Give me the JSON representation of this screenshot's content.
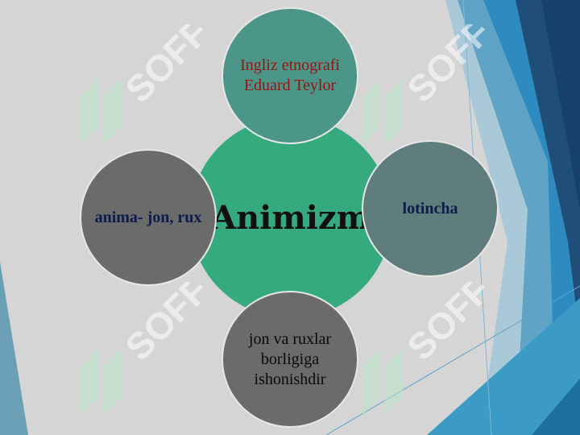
{
  "center": {
    "label": "Animizm"
  },
  "nodes": {
    "top": "Ingliz etnografi Eduard Teylor",
    "right": "lotincha",
    "bottom": "jon va ruxlar borligiga ishonishdir",
    "left": "anima- jon, rux"
  },
  "watermark": {
    "text": "SOFF",
    "color": "#ffffff"
  },
  "colors": {
    "background": "#d5d5d5",
    "center_fill": "#35aa7f",
    "top_fill": "#4b9688",
    "right_fill": "#5e7d7c",
    "side_fill": "#6b6b6b",
    "accent_dark_blue": "#1f4e79",
    "accent_blue": "#2e8bc0"
  }
}
